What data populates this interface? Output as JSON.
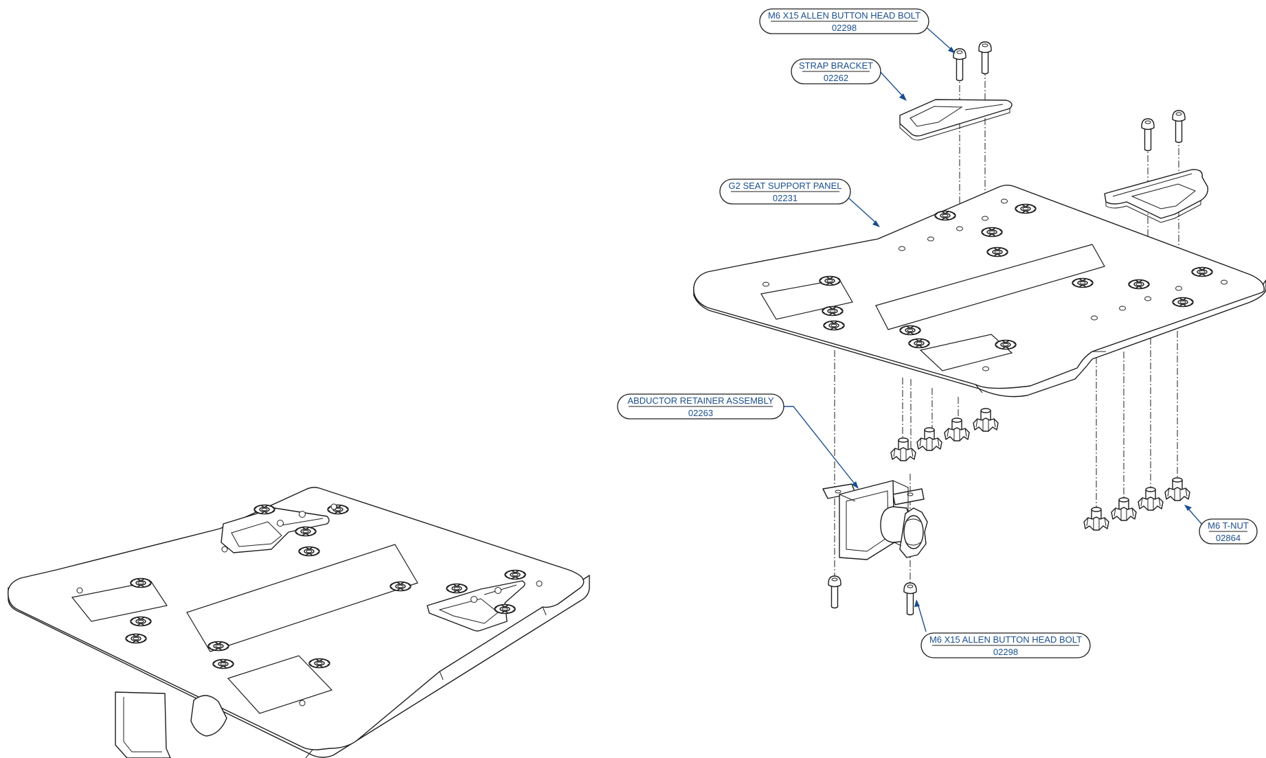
{
  "callouts": [
    {
      "id": "bolt-top",
      "name": "M6 X15 ALLEN BUTTON HEAD BOLT",
      "part_no": "02298"
    },
    {
      "id": "strap-bracket",
      "name": "STRAP BRACKET",
      "part_no": "02262"
    },
    {
      "id": "seat-panel",
      "name": "G2 SEAT SUPPORT PANEL",
      "part_no": "02231"
    },
    {
      "id": "abductor",
      "name": "ABDUCTOR RETAINER ASSEMBLY",
      "part_no": "02263"
    },
    {
      "id": "bolt-bottom",
      "name": "M6 X15 ALLEN BUTTON HEAD BOLT",
      "part_no": "02298"
    },
    {
      "id": "t-nut",
      "name": "M6 T-NUT",
      "part_no": "02864"
    }
  ],
  "colors": {
    "callout_text": "#1a4e8c",
    "leader": "#1a4e8c",
    "linework": "#1c1c1c"
  }
}
